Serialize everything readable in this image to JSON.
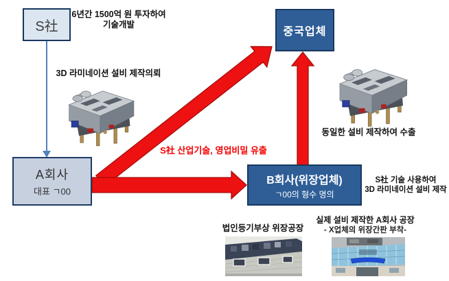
{
  "diagram": {
    "title_context": "industrial-technology-leak-flow-diagram",
    "colors": {
      "box_light_fill": "#dce6f1",
      "box_gray_fill": "#c6d0df",
      "box_blue_fill": "#2f5e97",
      "box_border_navy": "#17375e",
      "arrow_red": "#ee1111",
      "arrow_red_edge": "#a50d0d",
      "connector_blue": "#4f81bd",
      "leak_text_red": "#f40000"
    },
    "nodes": {
      "s_company": {
        "label": "S社"
      },
      "china_company": {
        "label": "중국업체"
      },
      "a_company": {
        "title": "A회사",
        "subtitle": "대표 ㄱ00"
      },
      "b_company": {
        "title": "B회사(위장업체)",
        "subtitle": "ㄱ00의 형수 명의"
      }
    },
    "notes": {
      "investment_line1": "6년간 1500억 원 투자하여",
      "investment_line2": "기술개발",
      "request": "3D 라미네이션 설비 제작의뢰",
      "leak": "S社 산업기술, 영업비밀 유출",
      "export": "동일한 설비 제작하여 수출",
      "b_usage_line1": "S社 기술 사용하여",
      "b_usage_line2": "3D 라미네이션 설비 제작"
    },
    "photos": {
      "fake_factory_caption": "법인등기부상 위장공장",
      "real_factory_caption_line1": "실제 설비 제작한 A회사 공장",
      "real_factory_caption_line2": "- X업체의 위장간판 부착-"
    },
    "icons": {
      "machine_left": "3d-lamination-equipment-render",
      "machine_right": "3d-lamination-equipment-render",
      "fake_factory_photo": "gray-factory-building-photo",
      "real_factory_photo": "glass-facade-factory-building-photo"
    }
  }
}
